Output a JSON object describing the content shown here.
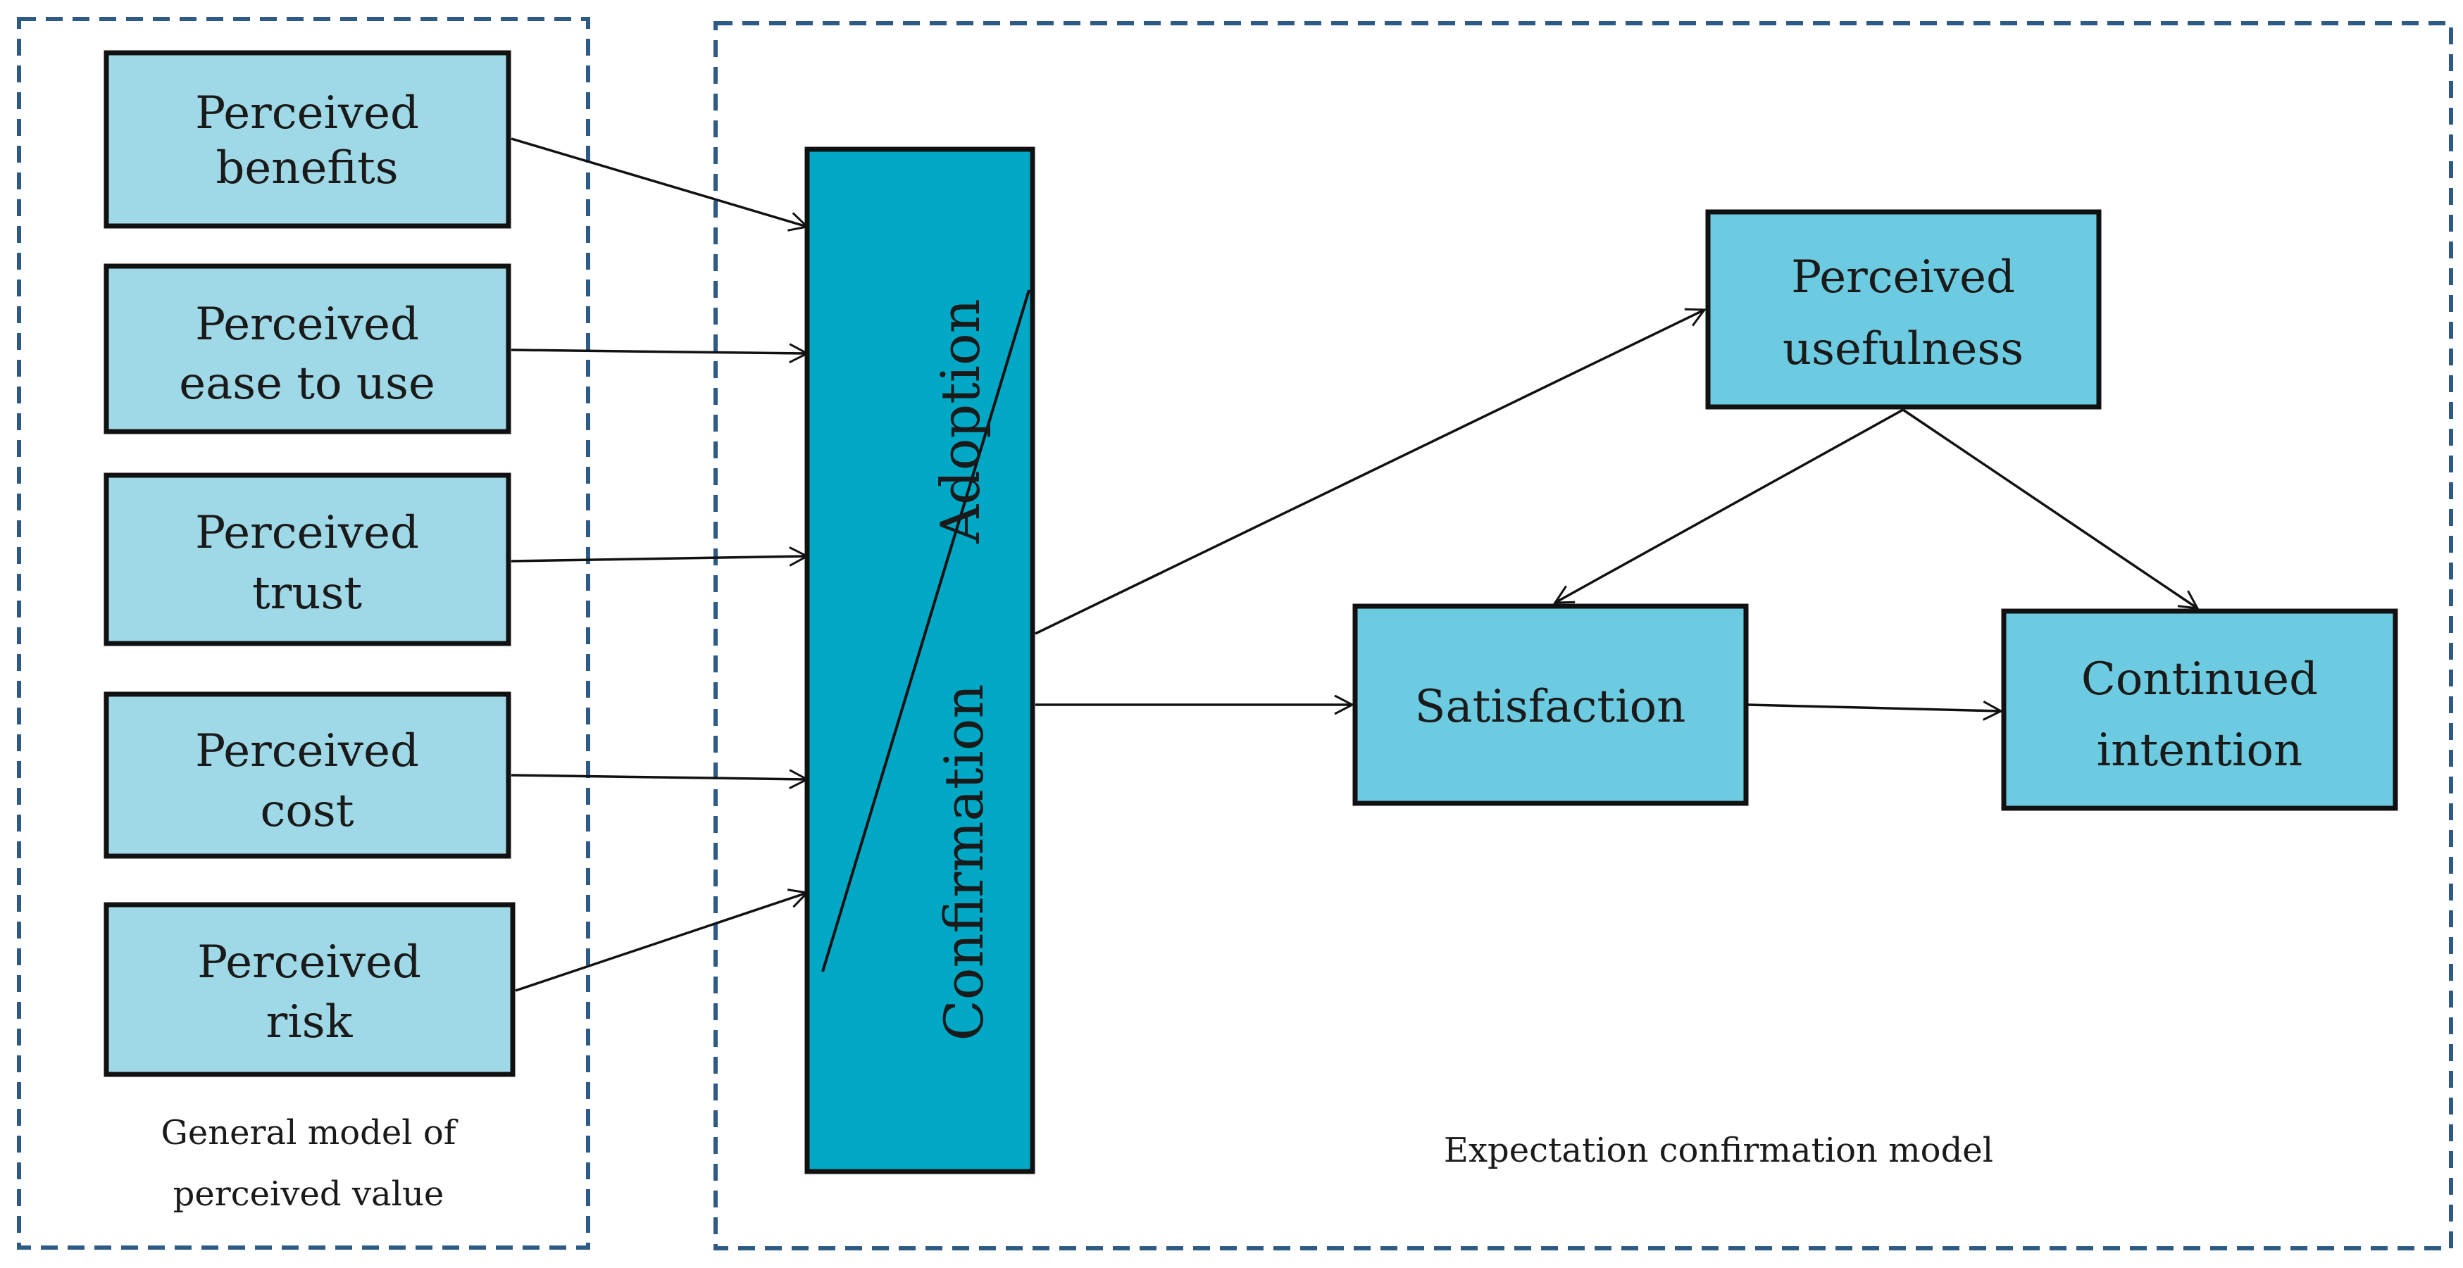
{
  "colors": {
    "box_fill": "#9fd8e6",
    "box_fill_mid": "#6ccbe0",
    "central_fill": "#00a8c6",
    "stroke": "#111111",
    "dash_border": "#2e5b86"
  },
  "left_group": {
    "caption_line1": "General model of",
    "caption_line2": "perceived value",
    "boxes": [
      {
        "line1": "Perceived",
        "line2": "benefits"
      },
      {
        "line1": "Perceived",
        "line2": "ease to use"
      },
      {
        "line1": "Perceived",
        "line2": "trust"
      },
      {
        "line1": "Perceived",
        "line2": "cost"
      },
      {
        "line1": "Perceived",
        "line2": "risk"
      }
    ]
  },
  "right_group": {
    "caption": "Expectation confirmation model",
    "central": {
      "top_label": "Adoption",
      "bottom_label": "Confirmation"
    },
    "usefulness": {
      "line1": "Perceived",
      "line2": "usefulness"
    },
    "satisfaction": {
      "label": "Satisfaction"
    },
    "continued": {
      "line1": "Continued",
      "line2": "intention"
    }
  }
}
